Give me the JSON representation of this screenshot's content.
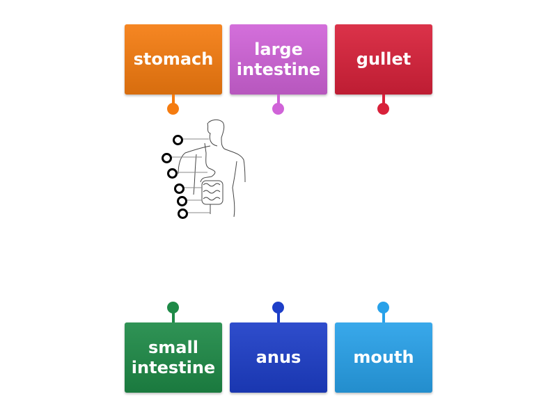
{
  "cards": [
    {
      "label": "stomach",
      "color": "#f57c10"
    },
    {
      "label": "large intestine",
      "color": "#d063d8"
    },
    {
      "label": "gullet",
      "color": "#d8213a"
    },
    {
      "label": "small intestine",
      "color": "#1e8a47"
    },
    {
      "label": "anus",
      "color": "#1d3ec8"
    },
    {
      "label": "mouth",
      "color": "#28a1e9"
    }
  ]
}
